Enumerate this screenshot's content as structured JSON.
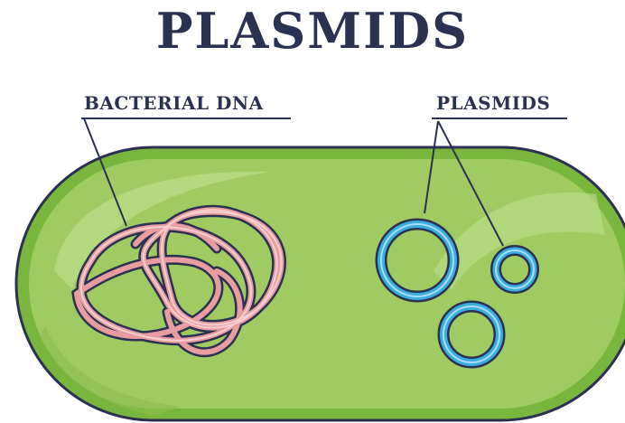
{
  "title": "PLASMIDS",
  "labels": {
    "bacterial_dna": "BACTERIAL DNA",
    "plasmids": "PLASMIDS"
  },
  "colors": {
    "title_text": "#2b3150",
    "cell_fill": "#9fcb62",
    "cell_rim": "#7ab63e",
    "cell_outline": "#2b3150",
    "dna": "#e89ea0",
    "plasmid": "#3aaee0"
  }
}
